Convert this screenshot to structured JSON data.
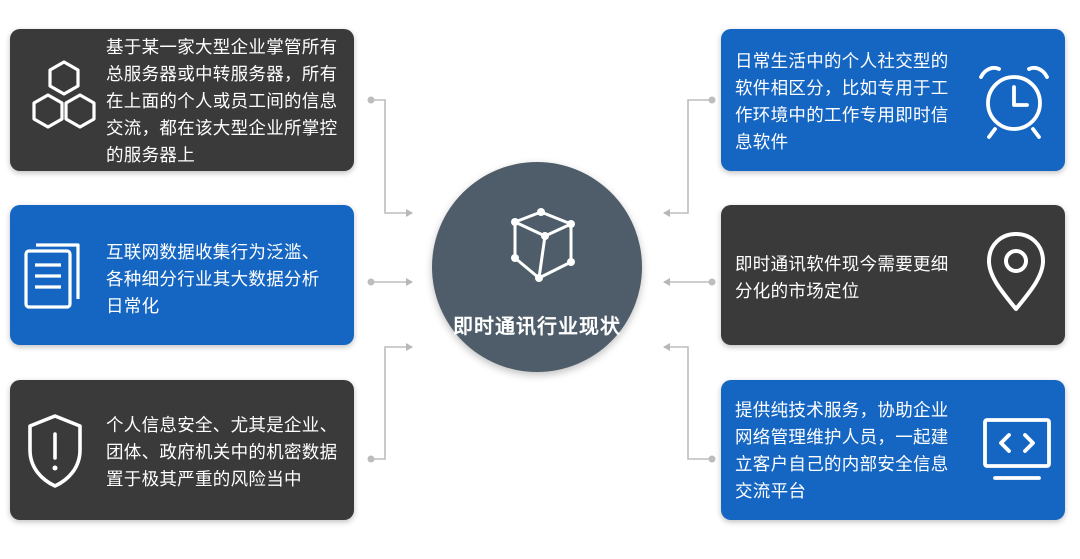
{
  "center": {
    "title": "即时通讯行业现状",
    "icon": "cube-icon"
  },
  "left_cards": [
    {
      "text": "基于某一家大型企业掌管所有\n总服务器或中转服务器，所有\n在上面的个人或员工间的信息\n交流，都在该大型企业所掌控\n的服务器上",
      "icon": "hexagons-icon",
      "color": "#3a3a3a"
    },
    {
      "text": "互联网数据收集行为泛滥、\n各种细分行业其大数据分析\n日常化",
      "icon": "documents-icon",
      "color": "#1566c2"
    },
    {
      "text": "个人信息安全、尤其是企业、\n团体、政府机关中的机密数据\n置于极其严重的风险当中",
      "icon": "shield-warning-icon",
      "color": "#3a3a3a"
    }
  ],
  "right_cards": [
    {
      "text": "日常生活中的个人社交型的\n软件相区分，比如专用于工\n作环境中的工作专用即时信\n息软件",
      "icon": "alarm-clock-icon",
      "color": "#1566c2"
    },
    {
      "text": "即时通讯软件现今需要更细\n分化的市场定位",
      "icon": "location-pin-icon",
      "color": "#3a3a3a"
    },
    {
      "text": "提供纯技术服务，协助企业\n网络管理维护人员，一起建\n立客户自己的内部安全信息\n交流平台",
      "icon": "code-monitor-icon",
      "color": "#1566c2"
    }
  ]
}
